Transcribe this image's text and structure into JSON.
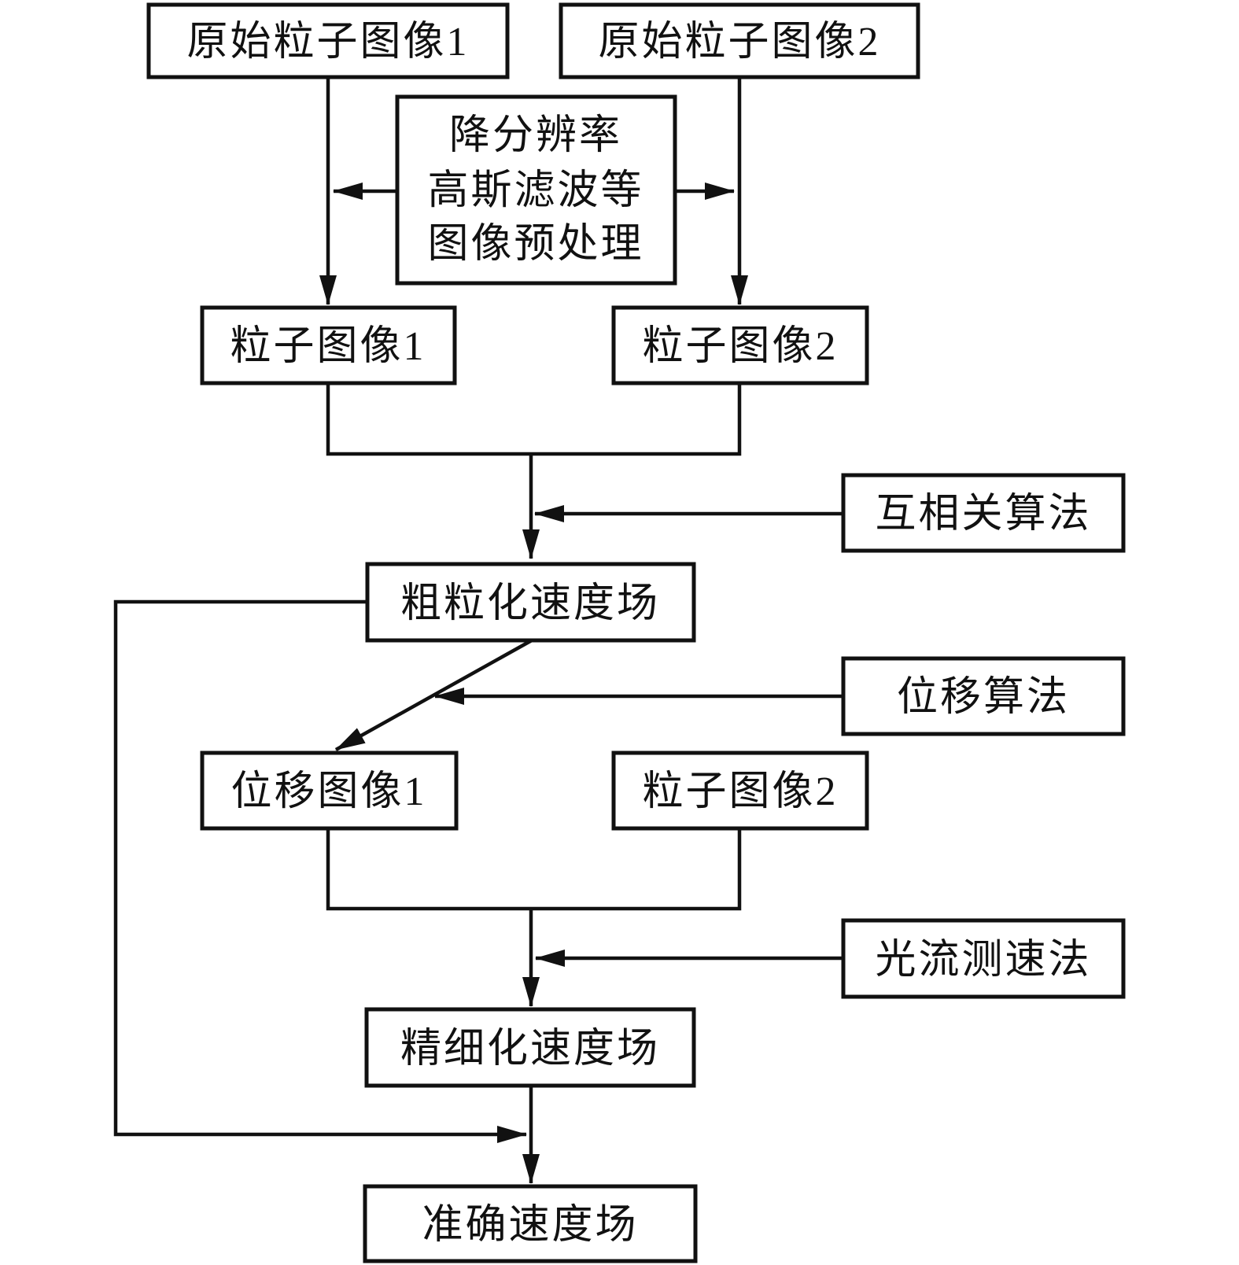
{
  "figure": {
    "background": "#ffffff",
    "ink": "#111111",
    "nodes": {
      "original1": {
        "label": "原始粒子图像1"
      },
      "original2": {
        "label": "原始粒子图像2"
      },
      "preprocess": {
        "lines": [
          "降分辨率",
          "高斯滤波等",
          "图像预处理"
        ]
      },
      "particle1": {
        "label": "粒子图像1"
      },
      "particle2": {
        "label": "粒子图像2"
      },
      "crossCorrelation": {
        "label": "互相关算法"
      },
      "coarseField": {
        "label": "粗粒化速度场"
      },
      "displacementAlgorithm": {
        "label": "位移算法"
      },
      "displacementImage1": {
        "label": "位移图像1"
      },
      "particle2b": {
        "label": "粒子图像2"
      },
      "opticalFlow": {
        "label": "光流测速法"
      },
      "refinedField": {
        "label": "精细化速度场"
      },
      "accurateField": {
        "label": "准确速度场"
      }
    }
  }
}
